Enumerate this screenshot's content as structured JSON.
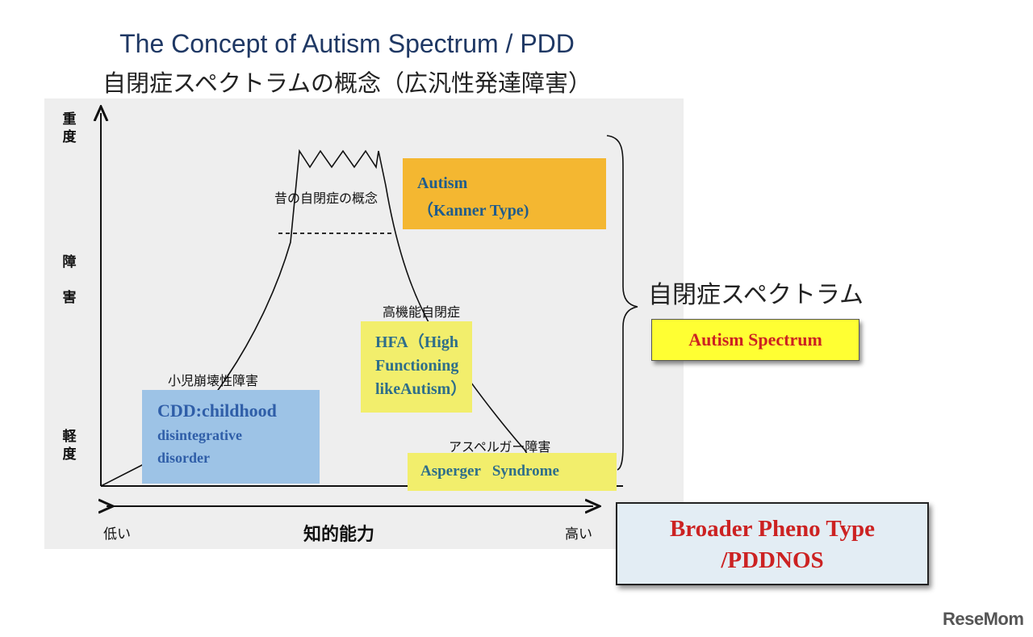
{
  "title": {
    "en": "The Concept of Autism Spectrum / PDD",
    "ja": "自閉症スペクトラムの概念（広汎性発達障害）"
  },
  "y_axis": {
    "top": "重度",
    "middle": "障害",
    "bottom": "軽度"
  },
  "x_axis": {
    "left": "低い",
    "center": "知的能力",
    "right": "高い"
  },
  "curve_labels": {
    "classic_autism": "昔の自閉症の概念",
    "hfa": "高機能自閉症",
    "cdd": "小児崩壊性障害",
    "asperger": "アスペルガー障害"
  },
  "boxes": {
    "autism": [
      "Autism",
      "（Kanner Type)"
    ],
    "hfa": [
      "HFA（High",
      "Functioning",
      "likeAutism）"
    ],
    "cdd": [
      "CDD:childhood",
      "disintegrative",
      "disorder"
    ],
    "asperger": "Asperger   Syndrome"
  },
  "spectrum": {
    "ja": "自閉症スペクトラム",
    "en": "Autism Spectrum"
  },
  "broader": [
    "Broader Pheno Type",
    "/PDDNOS"
  ],
  "watermark": "ReseMom",
  "colors": {
    "title": "#1f3864",
    "autism_box": "#f4b731",
    "yellow_box": "#f2ee6c",
    "cdd_box": "#9dc3e6",
    "spectrum_box": "#ffff33",
    "red_text": "#cc2222"
  }
}
